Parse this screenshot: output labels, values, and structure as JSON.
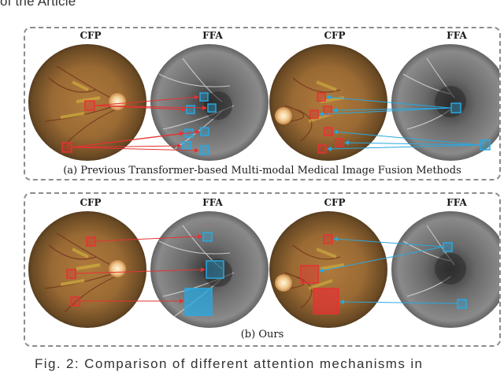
{
  "top_text": "of the Article",
  "panel_a": {
    "labels": [
      "CFP",
      "FFA",
      "CFP",
      "FFA"
    ],
    "caption": "(a) Previous Transformer-based Multi-modal Medical Image Fusion Methods"
  },
  "panel_b": {
    "labels": [
      "CFP",
      "FFA",
      "CFP",
      "FFA"
    ],
    "caption": "(b) Ours"
  },
  "bottom_caption": "Fig. 2: Comparison of different attention mechanisms in",
  "colors": {
    "red": "#e63232",
    "blue": "#28a8e0",
    "dashed_border": "#8c8c8c"
  }
}
